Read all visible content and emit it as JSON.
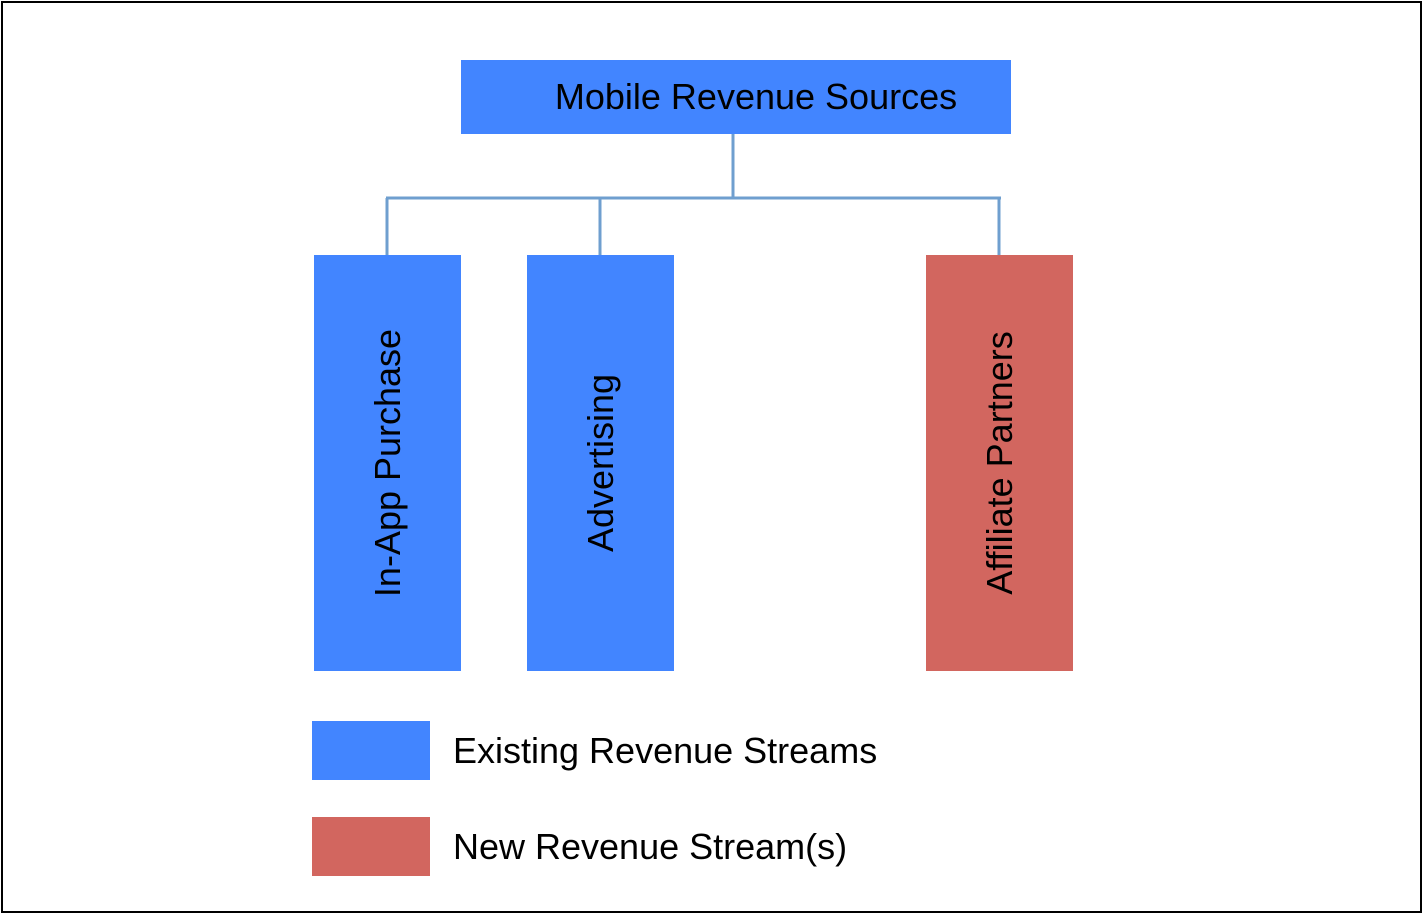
{
  "colors": {
    "existing": "#4285ff",
    "new": "#d2665f",
    "connector": "#6f9fcf"
  },
  "diagram": {
    "root": {
      "label": "Mobile Revenue Sources"
    },
    "children": [
      {
        "label": "In-App Purchase",
        "kind": "existing"
      },
      {
        "label": "Advertising",
        "kind": "existing"
      },
      {
        "label": "Affiliate Partners",
        "kind": "new"
      }
    ]
  },
  "legend": {
    "items": [
      {
        "label": "Existing Revenue Streams",
        "kind": "existing"
      },
      {
        "label": "New Revenue Stream(s)",
        "kind": "new"
      }
    ]
  }
}
